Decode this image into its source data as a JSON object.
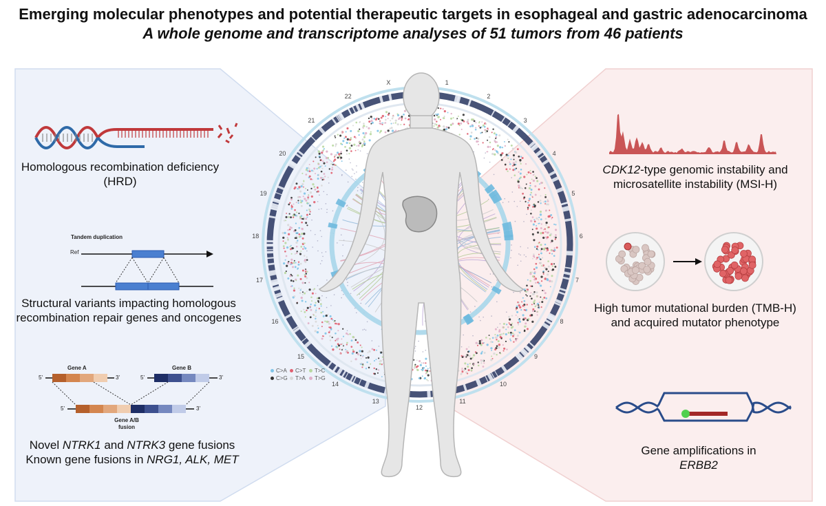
{
  "title": "Emerging molecular phenotypes and potential therapeutic targets in esophageal and gastric adenocarcinoma",
  "subtitle": "A whole genome and transcriptome analyses of 51 tumors from 46 patients",
  "left": {
    "hrd": {
      "line1": "Homologous recombination deficiency",
      "line2": "(HRD)"
    },
    "sv": {
      "diagram_title": "Tandem duplication",
      "ref_label": "Ref",
      "line1": "Structural variants impacting homologous",
      "line2": "recombination repair genes and oncogenes"
    },
    "fusion": {
      "gene_a": "Gene A",
      "gene_b": "Gene B",
      "fusion_label_1": "Gene A/B",
      "fusion_label_2": "fusion",
      "five_prime": "5'",
      "three_prime": "3'",
      "l1_a": "Novel ",
      "l1_b": "NTRK1",
      "l1_c": " and ",
      "l1_d": "NTRK3",
      "l1_e": " gene fusions",
      "l2_a": "Known gene fusions in ",
      "l2_b": "NRG1, ALK, MET"
    }
  },
  "right": {
    "cdk12": {
      "l1_a": "CDK12",
      "l1_b": "-type genomic instability and",
      "line2": "microsatellite instability (MSI-H)"
    },
    "tmb": {
      "line1": "High tumor mutational burden (TMB-H)",
      "line2": "and acquired mutator phenotype"
    },
    "erbb2": {
      "line1": "Gene amplifications in",
      "line2": "ERBB2"
    }
  },
  "circos": {
    "chromosomes": [
      "1",
      "2",
      "3",
      "4",
      "5",
      "6",
      "7",
      "8",
      "9",
      "10",
      "11",
      "12",
      "13",
      "14",
      "15",
      "16",
      "17",
      "18",
      "19",
      "20",
      "21",
      "22",
      "X"
    ],
    "legend": [
      "C>A",
      "C>T",
      "T>C",
      "C>G",
      "T>A",
      "T>G"
    ],
    "legend_colors": [
      "#7fc4e8",
      "#e06070",
      "#b8d8a0",
      "#333333",
      "#d8d8d8",
      "#e0b0c8"
    ]
  },
  "colors": {
    "left_panel": "#eef2fa",
    "right_panel": "#fbeeee",
    "dna_red": "#c0393b",
    "dna_blue": "#2f6aa8",
    "gene_a": "#c86a38",
    "gene_b": "#2c3f7a"
  }
}
